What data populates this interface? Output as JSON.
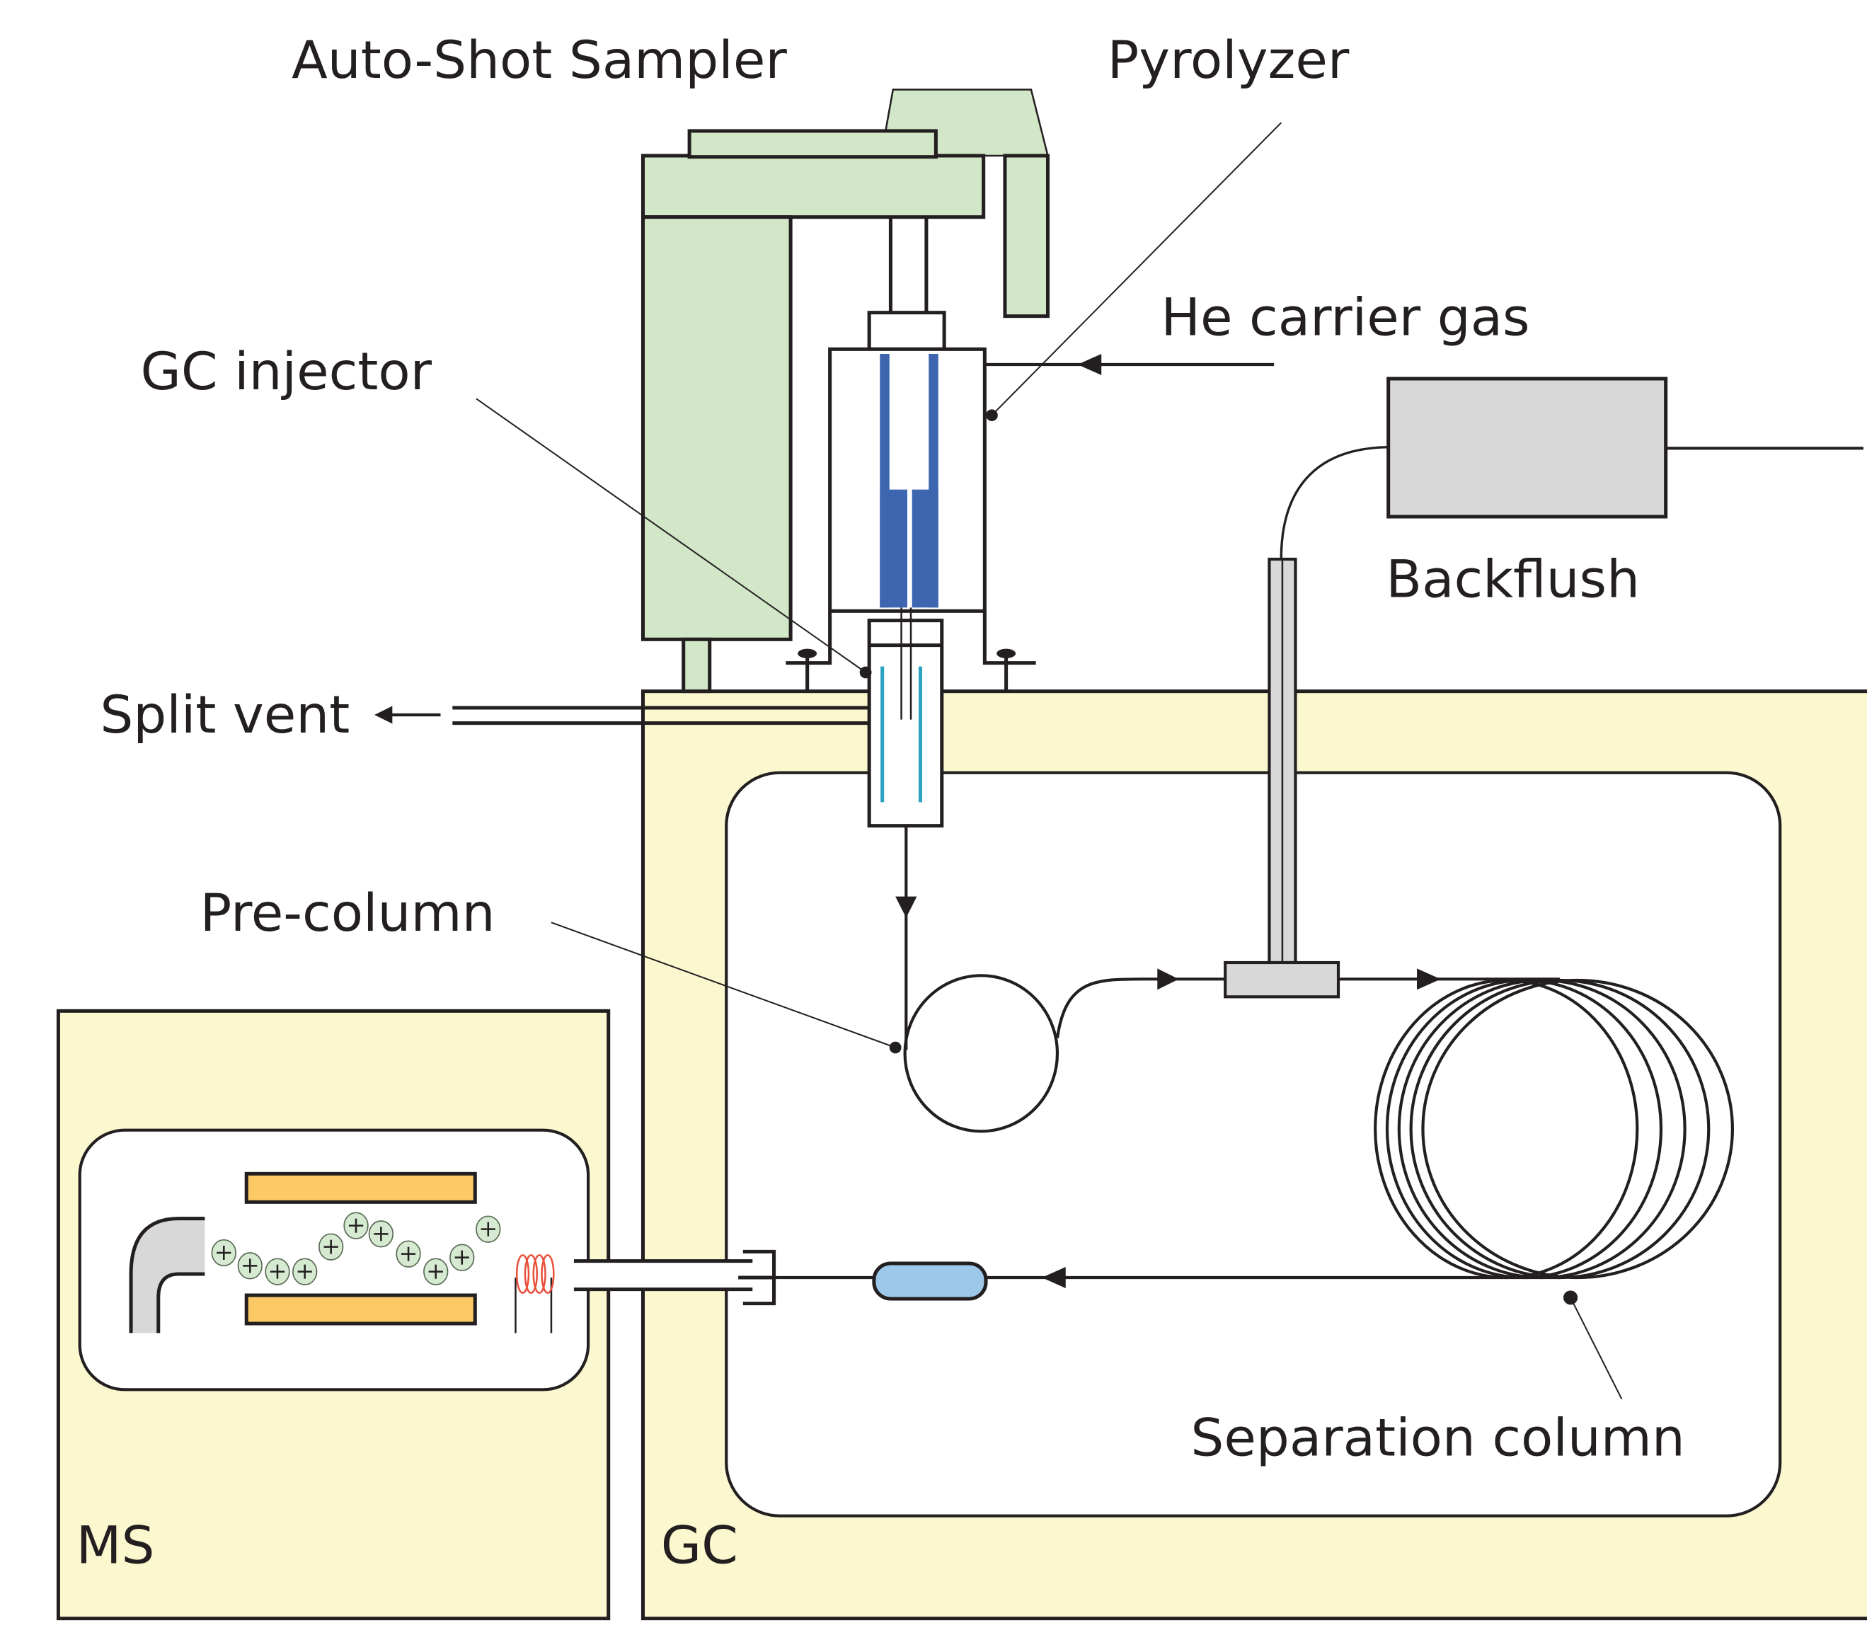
{
  "diagram": {
    "title": "Py-GC/MS system with backflush",
    "labels": {
      "auto_shot_sampler": "Auto-Shot Sampler",
      "pyrolyzer": "Pyrolyzer",
      "he_carrier_gas": "He carrier gas",
      "gc_injector": "GC injector",
      "backflush": "Backflush",
      "split_vent": "Split vent",
      "pre_column": "Pre-column",
      "separation_column": "Separation column",
      "ms": "MS",
      "gc": "GC"
    },
    "components": [
      {
        "id": "auto-shot-sampler",
        "color": "#d1e7c7"
      },
      {
        "id": "pyrolyzer-furnace",
        "color": "#3d65b0"
      },
      {
        "id": "gc-injector-liner",
        "color": "#2aa3c2"
      },
      {
        "id": "backflush-unit",
        "color": "#d8d8d8"
      },
      {
        "id": "gc-oven",
        "color": "#fbf8cf"
      },
      {
        "id": "ms-housing",
        "color": "#fbf8cf"
      },
      {
        "id": "quadrupole-rods",
        "color": "#fdc964"
      },
      {
        "id": "ions",
        "color": "#d5ead0"
      },
      {
        "id": "filament",
        "color": "#e8503a"
      },
      {
        "id": "detector-capsule",
        "color": "#9dc8ea"
      }
    ],
    "ion_symbol": "+",
    "flow": [
      "He carrier gas",
      "Pyrolyzer",
      "GC injector",
      "Pre-column",
      "Backflush",
      "Separation column",
      "MS"
    ]
  }
}
